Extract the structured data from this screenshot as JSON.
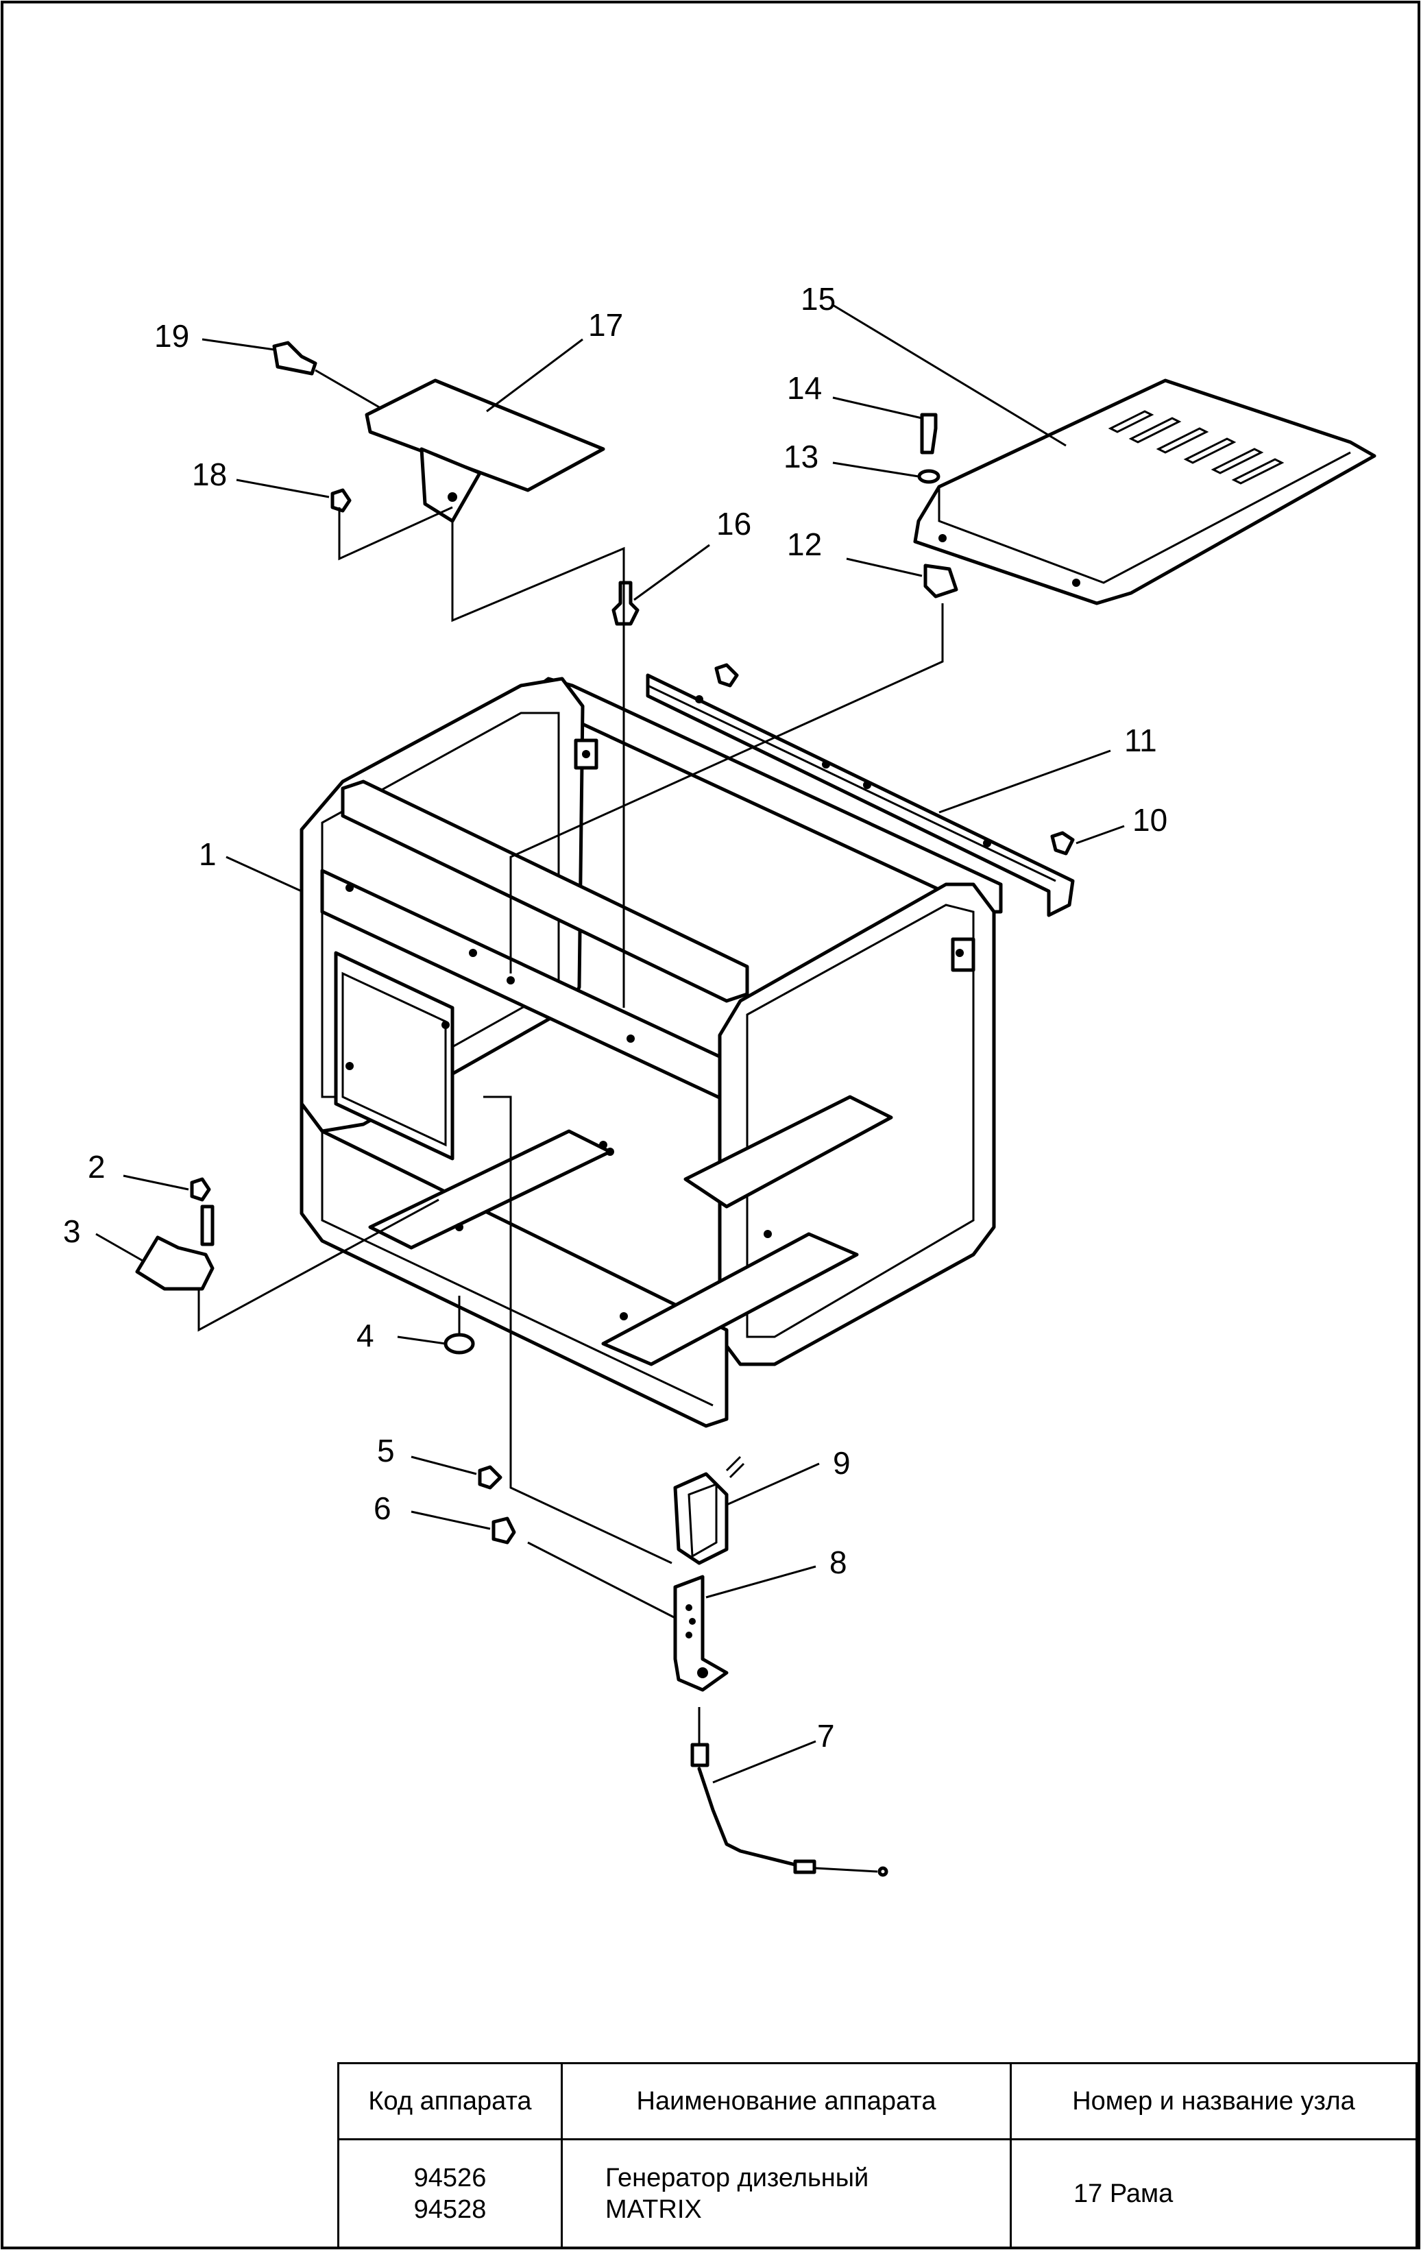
{
  "diagram": {
    "callouts": [
      "1",
      "2",
      "3",
      "4",
      "5",
      "6",
      "7",
      "8",
      "9",
      "10",
      "11",
      "12",
      "13",
      "14",
      "15",
      "16",
      "17",
      "18",
      "19"
    ]
  },
  "table": {
    "headers": {
      "code": "Код аппарата",
      "name": "Наименование аппарата",
      "assembly": "Номер и название узла"
    },
    "row": {
      "codes": [
        "94526",
        "94528"
      ],
      "name_lines": [
        "Генератор дизельный",
        "MATRIX"
      ],
      "assembly": "17 Рама"
    }
  }
}
